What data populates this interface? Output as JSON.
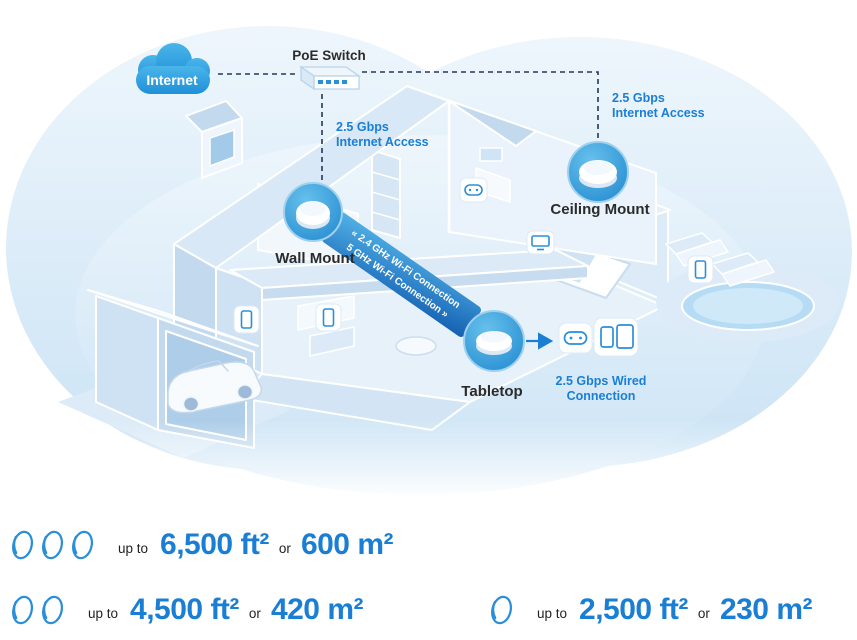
{
  "diagram": {
    "internet_label": "Internet",
    "poe_switch_label": "PoE Switch",
    "wall_feed": {
      "line1": "2.5 Gbps",
      "line2": "Internet Access"
    },
    "ceiling_feed": {
      "line1": "2.5 Gbps",
      "line2": "Internet Access"
    },
    "nodes": {
      "wall": "Wall Mount",
      "ceiling": "Ceiling Mount",
      "tabletop": "Tabletop"
    },
    "wired": {
      "line1": "2.5 Gbps Wired",
      "line2": "Connection"
    },
    "wifi_banner": {
      "line1": "« 2.4 GHz Wi-Fi Connection",
      "line2": "5 GHz Wi-Fi Connection »"
    }
  },
  "coverage": [
    {
      "units": 3,
      "up_to": "up to",
      "area_ft": "6,500 ft²",
      "or_label": "or",
      "area_m": "600 m²"
    },
    {
      "units": 2,
      "up_to": "up to",
      "area_ft": "4,500 ft²",
      "or_label": "or",
      "area_m": "420 m²"
    },
    {
      "units": 1,
      "up_to": "up to",
      "area_ft": "2,500 ft²",
      "or_label": "or",
      "area_m": "230 m²"
    }
  ],
  "colors": {
    "accent_blue": "#1a7fd4",
    "node_blue": "#2a96d8",
    "banner_start": "#52b2e7",
    "banner_end": "#1460b2",
    "background_blue": "#cbe3f5",
    "dash_navy": "#24365c",
    "label_dark": "#2b2b2b"
  }
}
